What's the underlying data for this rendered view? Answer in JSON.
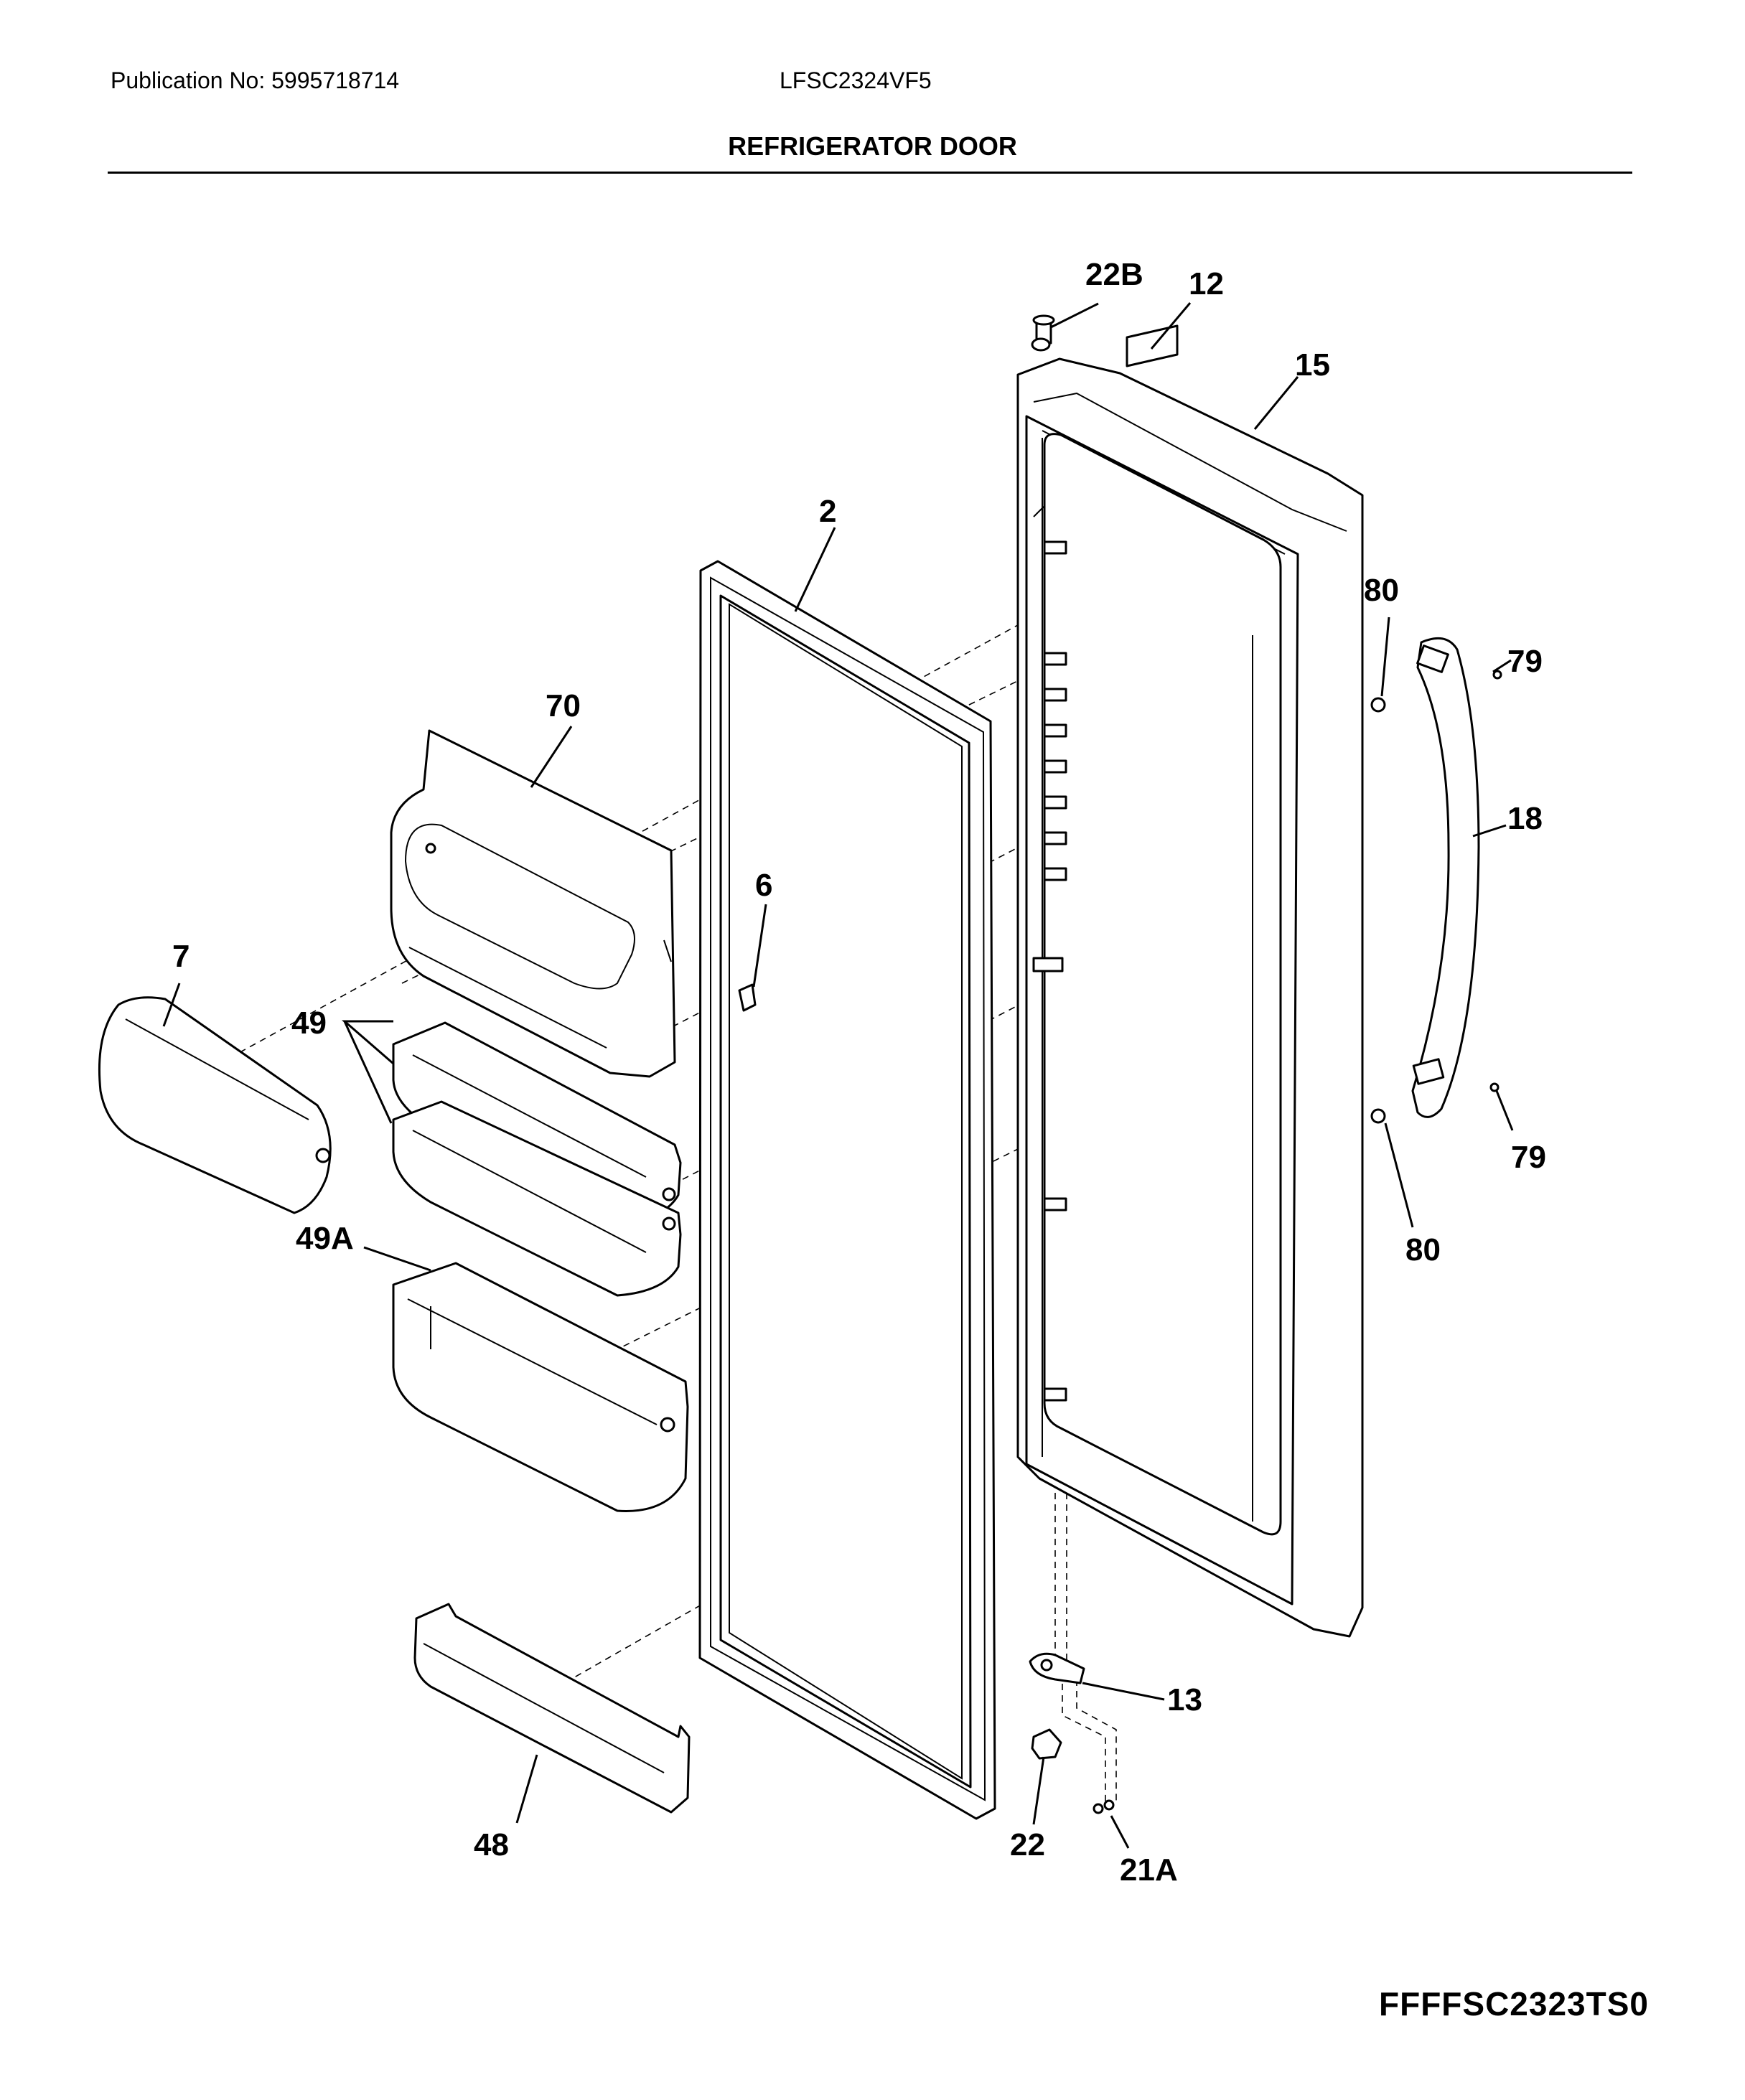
{
  "header": {
    "publication": "Publication No: 5995718714",
    "model": "LFSC2324VF5",
    "title": "REFRIGERATOR DOOR"
  },
  "callouts": {
    "c22B": "22B",
    "c12": "12",
    "c15": "15",
    "c2": "2",
    "c80_top": "80",
    "c79_top": "79",
    "c70": "70",
    "c18": "18",
    "c6": "6",
    "c7": "7",
    "c49": "49",
    "c79_bottom": "79",
    "c49A": "49A",
    "c80_bottom": "80",
    "c13": "13",
    "c48": "48",
    "c22": "22",
    "c21A": "21A"
  },
  "footer": {
    "code": "FFFFSC2323TS0"
  }
}
